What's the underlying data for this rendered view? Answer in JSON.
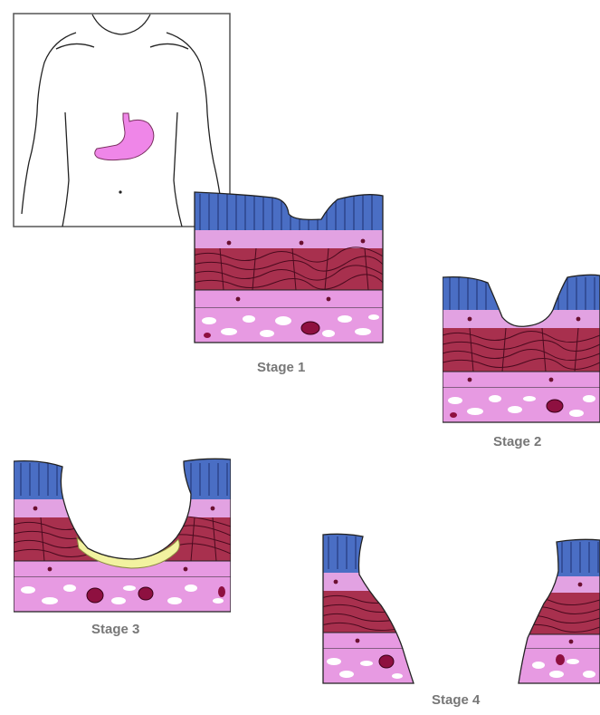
{
  "stages": [
    {
      "label": "Stage 1"
    },
    {
      "label": "Stage 2"
    },
    {
      "label": "Stage 3"
    },
    {
      "label": "Stage 4"
    }
  ],
  "colors": {
    "mucosa": "#4a6ec4",
    "mucosa_line": "#1e3070",
    "submucosa": "#e2a2e2",
    "muscle": "#a8304e",
    "muscle_line": "#4a0a1e",
    "subserosa": "#e79ae2",
    "fat_cell": "#ffffff",
    "vessel": "#8e1040",
    "necrotic": "#f2f2a0",
    "stomach": "#ef86e8",
    "outline": "#222222",
    "label": "#777777"
  }
}
